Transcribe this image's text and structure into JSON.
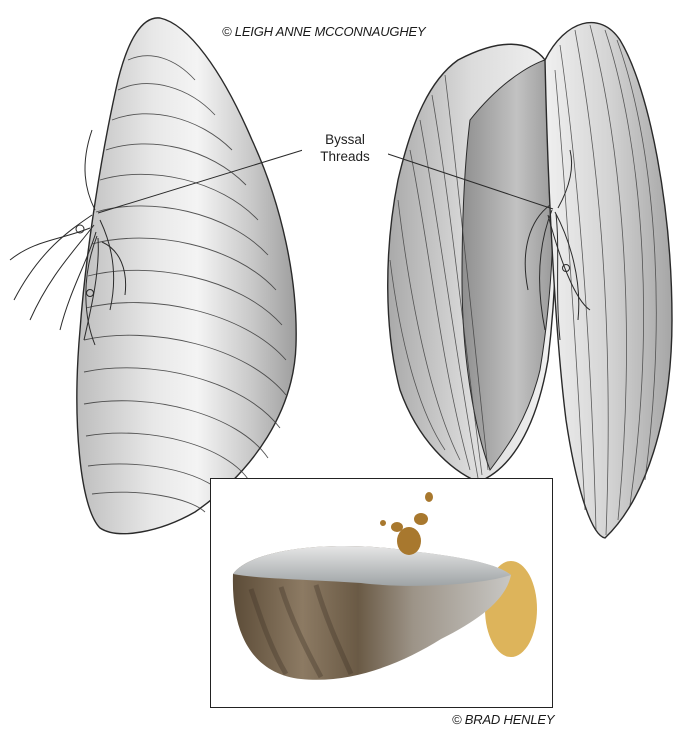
{
  "credits": {
    "top": "© LEIGH ANNE MCCONNAUGHEY",
    "bottom": "© BRAD HENLEY"
  },
  "label": {
    "line1": "Byssal",
    "line2": "Threads"
  },
  "colors": {
    "shell_fill": "#cfcfcf",
    "shell_highlight": "#f0f0f0",
    "outline": "#2a2a2a",
    "photo_shell_dark": "#6b5a44",
    "photo_shell_light": "#c9c6c0",
    "byssus": "#a8782e"
  },
  "icons": {
    "left_illustration": "closed-mussel-shell-drawing",
    "right_illustration": "open-mussel-shell-drawing",
    "photo": "mussel-photo"
  }
}
